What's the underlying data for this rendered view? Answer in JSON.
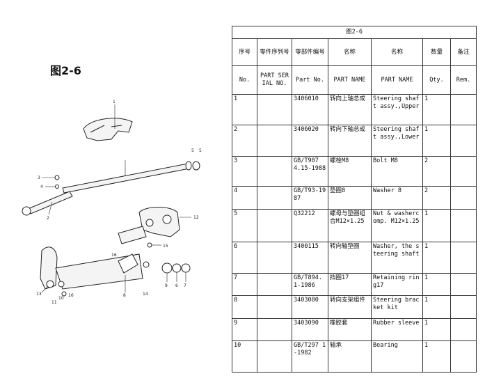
{
  "figure": {
    "title": "图2-6"
  },
  "diagram_callouts": [
    "1",
    "2",
    "3",
    "4",
    "5",
    "5",
    "6",
    "7",
    "8",
    "9",
    "10",
    "11",
    "12",
    "13",
    "14",
    "15",
    "16",
    "16"
  ],
  "table": {
    "caption": "图2-6",
    "header_cn": [
      "序号",
      "零件序列号",
      "零部件编号",
      "名称",
      "名称",
      "数量",
      "备注"
    ],
    "header_en": [
      "No.",
      "PART SERIAL NO.",
      "Part No.",
      "PART NAME",
      "PART NAME",
      "Qty.",
      "Rem."
    ],
    "rows": [
      {
        "no": "1",
        "serial": "",
        "part_no": "3406010",
        "name_cn": "转向上轴总成",
        "name_en": "Steering shaft assy.,Upper",
        "qty": "1",
        "rem": ""
      },
      {
        "no": "2",
        "serial": "",
        "part_no": "3406020",
        "name_cn": "转向下轴总成",
        "name_en": "Steering shaft assy.,Lower",
        "qty": "1",
        "rem": ""
      },
      {
        "no": "3",
        "serial": "",
        "part_no": "GB/T907 4.15-1988",
        "name_cn": "螺栓M8",
        "name_en": "Bolt M8",
        "qty": "2",
        "rem": ""
      },
      {
        "no": "4",
        "serial": "",
        "part_no": "GB/T93-1987",
        "name_cn": "垫圈8",
        "name_en": "Washer 8",
        "qty": "2",
        "rem": ""
      },
      {
        "no": "5",
        "serial": "",
        "part_no": "Q32212",
        "name_cn": "螺母与垫圈组合M12×1.25",
        "name_en": "Nut & washercomp. M12×1.25",
        "qty": "1",
        "rem": ""
      },
      {
        "no": "6",
        "serial": "",
        "part_no": "3400115",
        "name_cn": "转向轴垫圈",
        "name_en": "Washer, the steering shaft",
        "qty": "1",
        "rem": ""
      },
      {
        "no": "7",
        "serial": "",
        "part_no": "GB/T894. 1-1986",
        "name_cn": "挡圈17",
        "name_en": "Retaining ring17",
        "qty": "1",
        "rem": ""
      },
      {
        "no": "8",
        "serial": "",
        "part_no": "3403080",
        "name_cn": "转向支架组件",
        "name_en": "Steering bracket kit",
        "qty": "1",
        "rem": ""
      },
      {
        "no": "9",
        "serial": "",
        "part_no": "3403090",
        "name_cn": "橡胶套",
        "name_en": "Rubber sleeve",
        "qty": "1",
        "rem": ""
      },
      {
        "no": "10",
        "serial": "",
        "part_no": "GB/T297 1-1982",
        "name_cn": "轴承",
        "name_en": "Bearing",
        "qty": "1",
        "rem": ""
      }
    ]
  }
}
